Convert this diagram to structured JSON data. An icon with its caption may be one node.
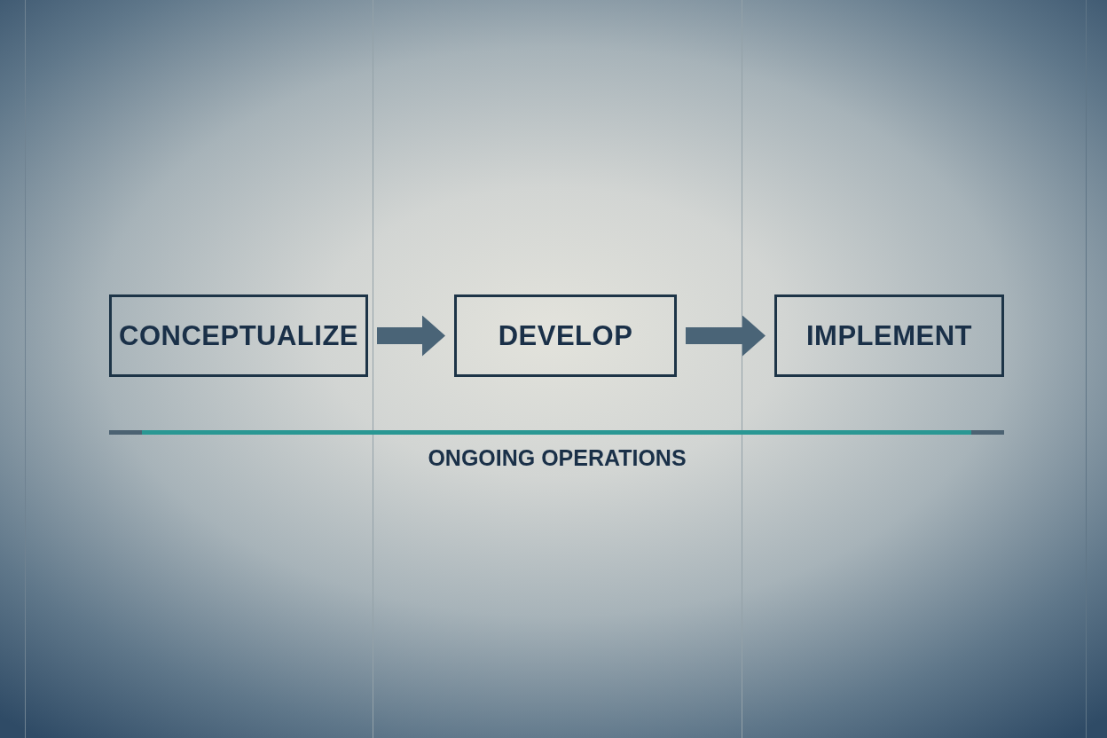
{
  "diagram": {
    "nodes": [
      {
        "text": [
          "CONCEPTUALIZE"
        ]
      },
      {
        "text": [
          "DEVELOP"
        ]
      },
      {
        "text": [
          "IMPLEMENT"
        ]
      }
    ],
    "edges": [
      {
        "from": 0,
        "to": 1,
        "arrow": "to"
      },
      {
        "from": 1,
        "to": 2,
        "arrow": "to"
      }
    ],
    "labels": [
      "ONGOING OPERATIONS"
    ]
  }
}
